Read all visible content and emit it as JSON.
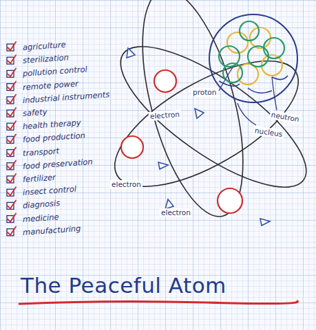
{
  "diagram": {
    "title": "The Peaceful Atom",
    "labels": [
      "agriculture",
      "sterilization",
      "pollution control",
      "remote power",
      "industrial instruments",
      "safety",
      "health therapy",
      "food production",
      "transport",
      "food preservation",
      "fertilizer",
      "insect control",
      "diagnosis",
      "medicine",
      "manufacturing",
      "electron",
      "proton",
      "neutron",
      "nucleus",
      "electron",
      "electron"
    ]
  }
}
